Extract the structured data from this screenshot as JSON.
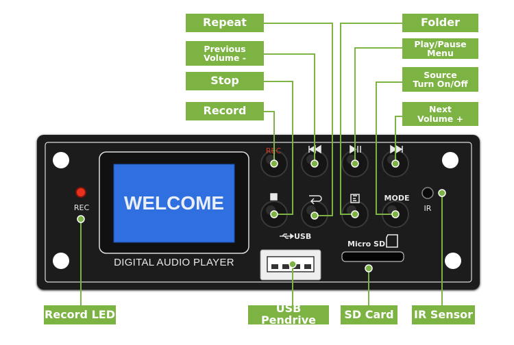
{
  "display": {
    "text": "WELCOME"
  },
  "panel": {
    "title": "DIGITAL AUDIO PLAYER",
    "rec_led_label": "REC",
    "rec_button_label": "REC",
    "mode_button_label": "MODE",
    "ir_label": "IR",
    "usb_label": "USB",
    "sd_label": "Micro SD"
  },
  "callouts": {
    "repeat": "Repeat",
    "previous": [
      "Previous",
      "Volume -"
    ],
    "stop": "Stop",
    "record": "Record",
    "folder": "Folder",
    "play_pause": [
      "Play/Pause",
      "Menu"
    ],
    "source": [
      "Source",
      "Turn On/Off"
    ],
    "next": [
      "Next",
      "Volume +"
    ],
    "record_led": "Record LED",
    "usb_pendrive": "USB Pendrive",
    "sd_card": "SD Card",
    "ir_sensor": "IR Sensor"
  },
  "colors": {
    "callout": "#7cb342",
    "panel": "#1c1c1c",
    "lcd": "#2f6fe0",
    "rec_text": "#d23a2a"
  },
  "icons": {
    "rec_button": "record-icon",
    "prev_button": "skip-previous-icon",
    "play_button": "play-pause-icon",
    "next_button": "skip-next-icon",
    "stop_button": "stop-icon",
    "repeat_button": "repeat-icon",
    "folder_button": "folder-icon",
    "mode_button": "mode-icon",
    "usb": "usb-icon",
    "sd": "sd-card-icon"
  }
}
